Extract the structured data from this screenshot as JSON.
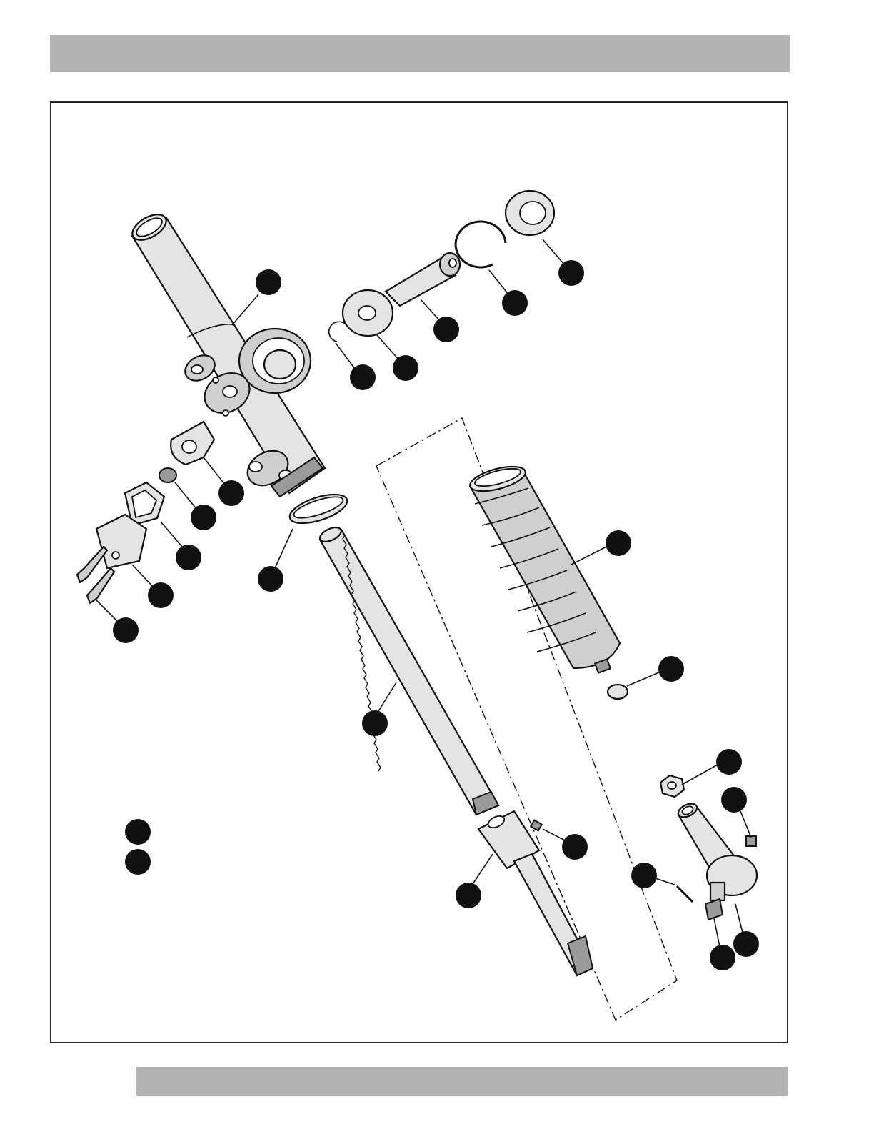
{
  "page": {
    "header_bar_color": "#b3b3b3",
    "footer_bar_color": "#b3b3b3",
    "frame_color": "#222222"
  },
  "callouts": [
    {
      "id": "housing",
      "label": ""
    },
    {
      "id": "seal",
      "label": ""
    },
    {
      "id": "snap-ring-large",
      "label": ""
    },
    {
      "id": "pinion",
      "label": ""
    },
    {
      "id": "washer",
      "label": ""
    },
    {
      "id": "snap-ring-small",
      "label": ""
    },
    {
      "id": "yoke",
      "label": ""
    },
    {
      "id": "spring",
      "label": ""
    },
    {
      "id": "gasket",
      "label": ""
    },
    {
      "id": "cover",
      "label": ""
    },
    {
      "id": "bolts",
      "label": ""
    },
    {
      "id": "band-clamp",
      "label": ""
    },
    {
      "id": "rack",
      "label": ""
    },
    {
      "id": "boot",
      "label": ""
    },
    {
      "id": "boot-clamp",
      "label": ""
    },
    {
      "id": "jam-nut",
      "label": ""
    },
    {
      "id": "grease-fitting",
      "label": ""
    },
    {
      "id": "tie-rod-end",
      "label": ""
    },
    {
      "id": "cotter-pin",
      "label": ""
    },
    {
      "id": "castle-nut",
      "label": ""
    },
    {
      "id": "tie-rod-end-ball",
      "label": ""
    },
    {
      "id": "set-screw",
      "label": ""
    },
    {
      "id": "inner-tie-rod",
      "label": ""
    },
    {
      "id": "legend-1",
      "label": ""
    },
    {
      "id": "legend-2",
      "label": ""
    }
  ]
}
